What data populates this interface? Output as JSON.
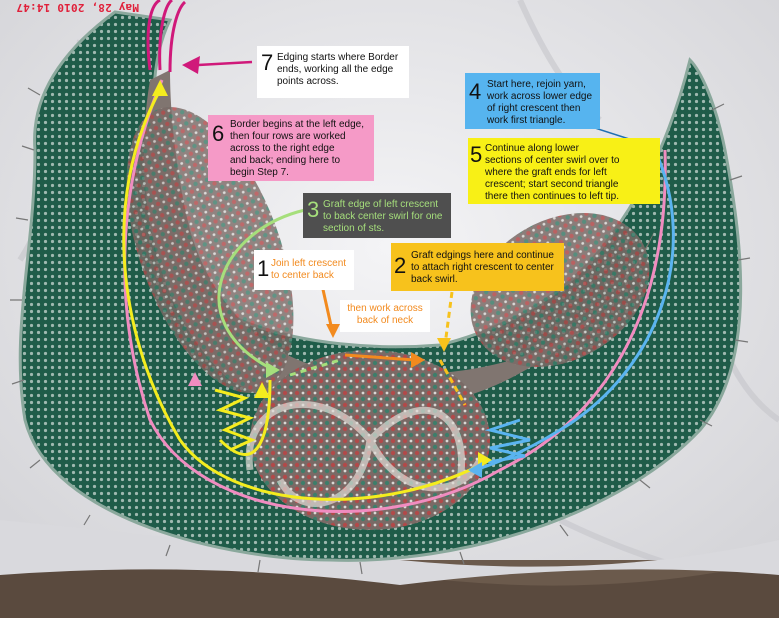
{
  "timestamp": "May 28, 2010 14:47",
  "colors": {
    "yellow": "#f4ec1e",
    "pink": "#f08cc0",
    "blue": "#5ab4f0",
    "green": "#a6df7c",
    "orange": "#f28a1e",
    "magenta": "#d0197a",
    "gold": "#f7c21c",
    "shawl_green": "#1e5a48"
  },
  "notes": [
    {
      "id": "step-7",
      "number": "7",
      "text": "Edging starts where Border\nends, working all the edge\npoints across."
    },
    {
      "id": "step-6",
      "number": "6",
      "text": "Border begins at the left edge,\nthen four rows are worked\nacross to the right edge\nand back; ending here to\nbegin Step 7."
    },
    {
      "id": "step-4",
      "number": "4",
      "text": "Start here, rejoin yarn,\nwork across lower edge\nof right crescent then\nwork first triangle."
    },
    {
      "id": "step-5",
      "number": "5",
      "text": "Continue along lower\nsections of center swirl over to\nwhere the graft ends for left\ncrescent; start second triangle\nthere then continues to left tip."
    },
    {
      "id": "step-3",
      "number": "3",
      "text": "Graft edge of left crescent\nto back center swirl for one\nsection of sts."
    },
    {
      "id": "step-1",
      "number": "1",
      "text": "Join left crescent\nto center back"
    },
    {
      "id": "step-2",
      "number": "2",
      "text": "Graft edgings here and continue\nto attach right crescent to center\nback swirl."
    }
  ],
  "neck_note": "then work across\nback of neck"
}
